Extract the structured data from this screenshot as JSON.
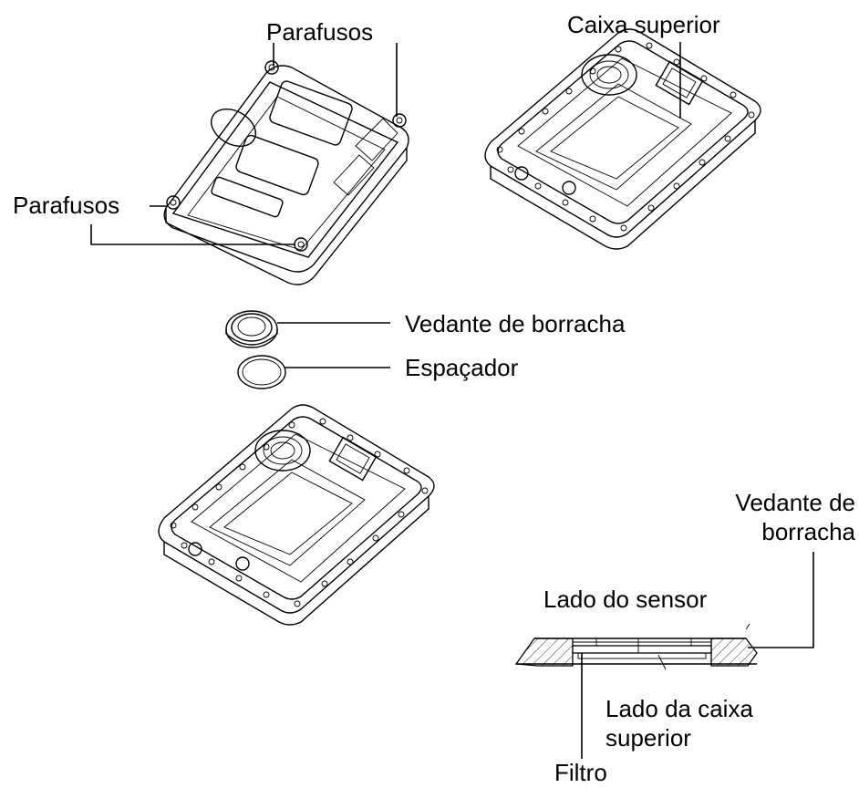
{
  "labels": {
    "screws_top": "Parafusos",
    "screws_left": "Parafusos",
    "upper_case": "Caixa superior",
    "rubber_seal": "Vedante de borracha",
    "spacer": "Espaçador",
    "seal_detail_line1": "Vedante de",
    "seal_detail_line2": "borracha",
    "sensor_side": "Lado do sensor",
    "case_side_line1": "Lado da caixa",
    "case_side_line2": "superior",
    "filter": "Filtro"
  }
}
